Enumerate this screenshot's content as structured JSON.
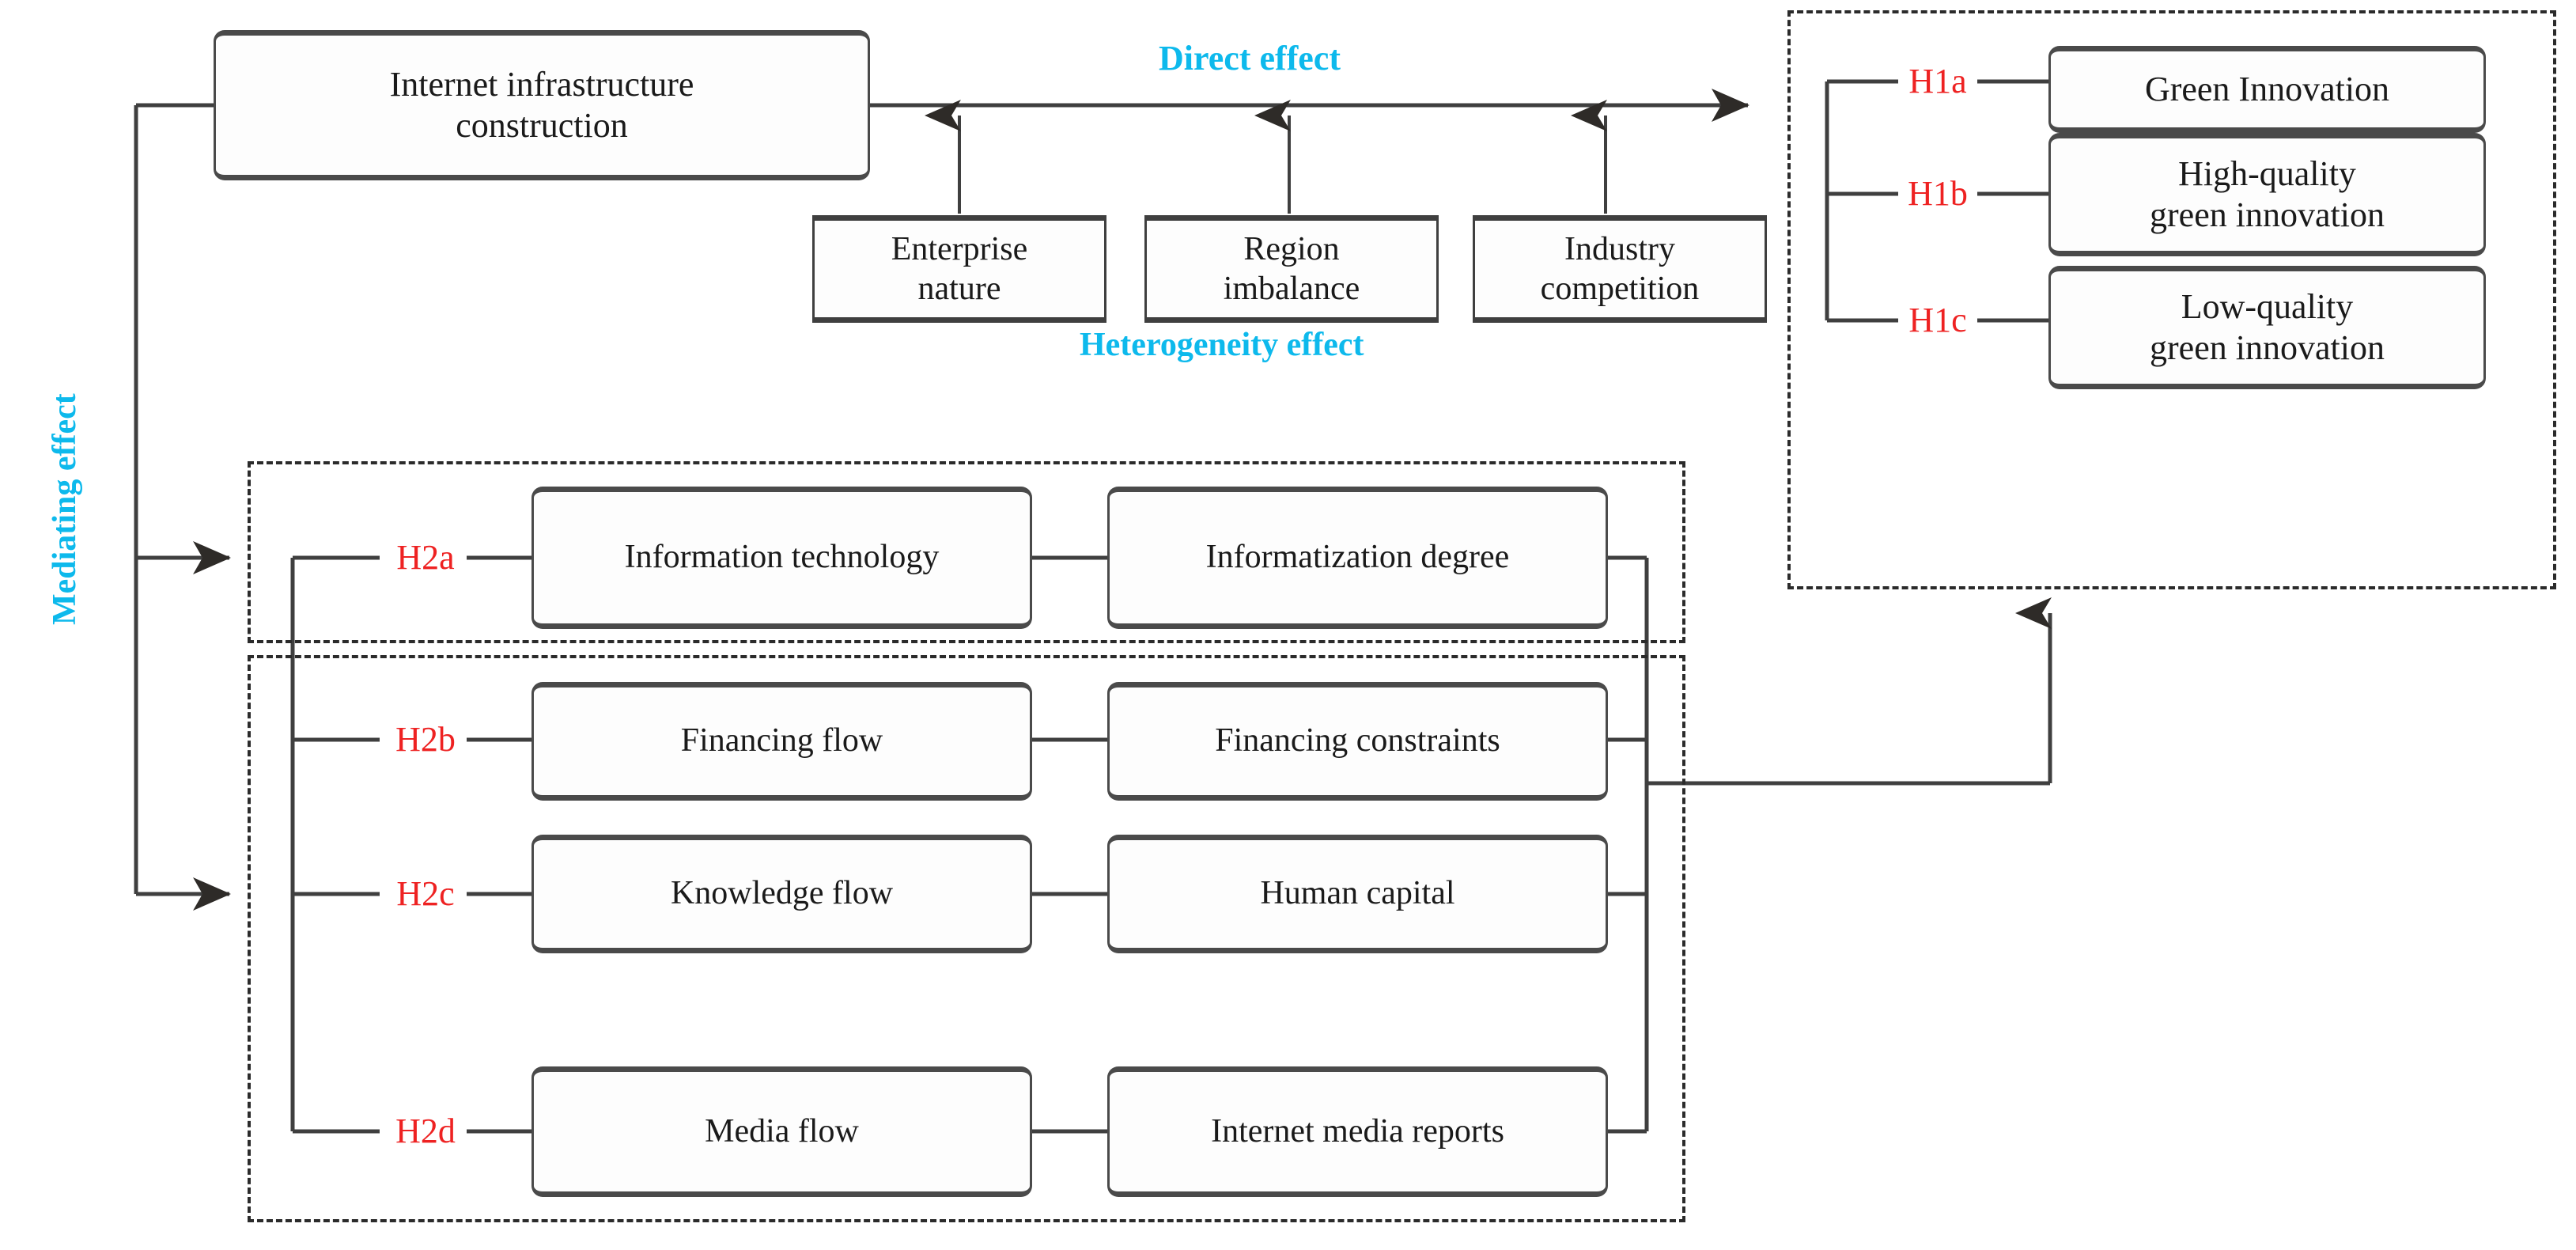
{
  "diagram": {
    "title_box": {
      "line1": "Internet infrastructure",
      "line2": "construction"
    },
    "effect_labels": {
      "direct": "Direct effect",
      "heterogeneity": "Heterogeneity effect",
      "mediating": "Mediating effect"
    },
    "moderators": [
      {
        "line1": "Enterprise",
        "line2": "nature"
      },
      {
        "line1": "Region",
        "line2": "imbalance"
      },
      {
        "line1": "Industry",
        "line2": "competition"
      }
    ],
    "outcomes": [
      {
        "hypothesis": "H1a",
        "line1": "Green Innovation",
        "line2": ""
      },
      {
        "hypothesis": "H1b",
        "line1": "High-quality",
        "line2": "green innovation"
      },
      {
        "hypothesis": "H1c",
        "line1": "Low-quality",
        "line2": "green innovation"
      }
    ],
    "mediators_group_a": [
      {
        "hypothesis": "H2a",
        "mediator": "Information technology",
        "measure": "Informatization degree"
      }
    ],
    "mediators_group_b": [
      {
        "hypothesis": "H2b",
        "mediator": "Financing flow",
        "measure": "Financing constraints"
      },
      {
        "hypothesis": "H2c",
        "mediator": "Knowledge flow",
        "measure": "Human capital"
      },
      {
        "hypothesis": "H2d",
        "mediator": "Media  flow",
        "measure": "Internet media reports"
      }
    ],
    "colors": {
      "hypothesis_red": "#ee2222",
      "effect_cyan": "#0db9ec",
      "line_dark": "#3f3f3f",
      "box_fill": "#fdfdfd"
    }
  }
}
